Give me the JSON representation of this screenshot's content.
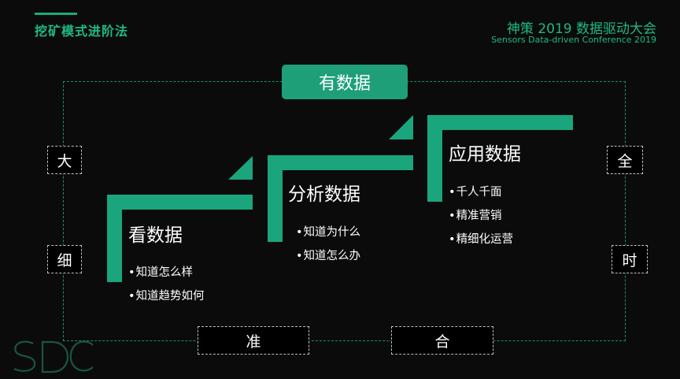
{
  "header": {
    "title": "挖矿模式进阶法",
    "conference_cn": "神策 2019 数据驱动大会",
    "conference_en": "Sensors Data-driven Conference 2019"
  },
  "top_badge": "有数据",
  "side_labels": {
    "left_top": "大",
    "left_bottom": "细",
    "right_top": "全",
    "right_bottom": "时",
    "bottom_left": "准",
    "bottom_right": "合"
  },
  "steps": [
    {
      "title": "看数据",
      "bullets": [
        "知道怎么样",
        "知道趋势如何"
      ]
    },
    {
      "title": "分析数据",
      "bullets": [
        "知道为什么",
        "知道怎么办"
      ]
    },
    {
      "title": "应用数据",
      "bullets": [
        "千人千面",
        "精准营销",
        "精细化运营"
      ]
    }
  ],
  "colors": {
    "accent": "#1aa57c",
    "background": "#0b0b0b",
    "frame": "#1e8f6a"
  }
}
